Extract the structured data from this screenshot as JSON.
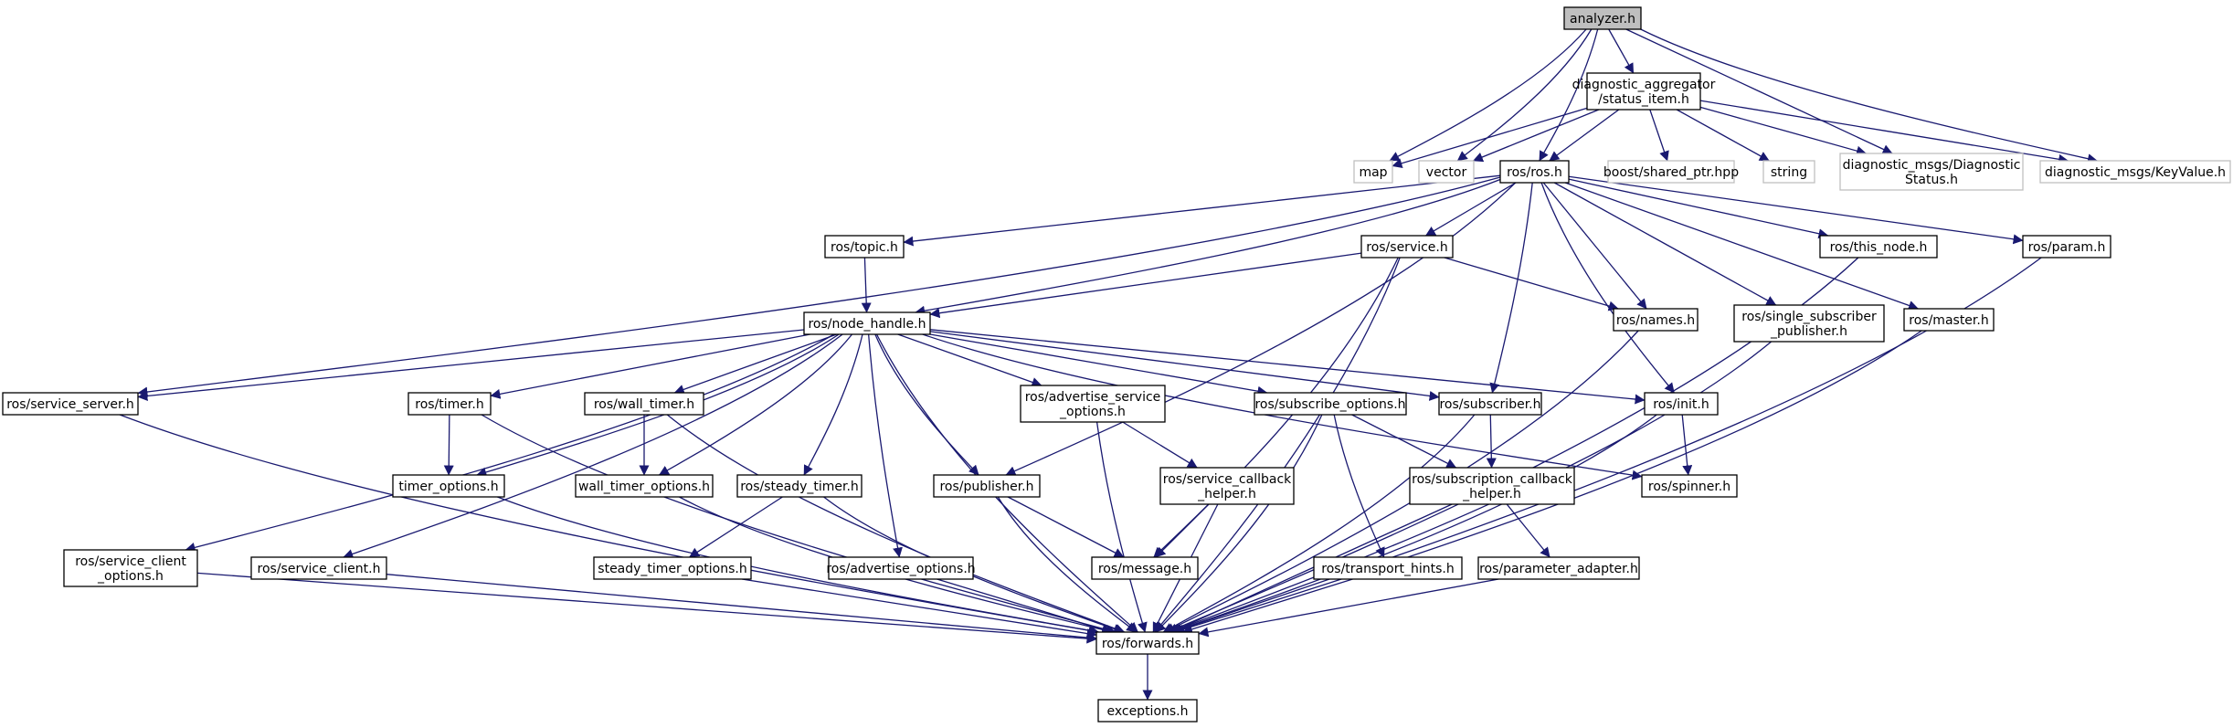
{
  "colors": {
    "edge": "#191970",
    "node_border": "#000000",
    "missing_border": "#bfbfbf",
    "root_fill": "#bfbfbf",
    "node_fill": "#ffffff",
    "text": "#000000"
  },
  "nodes": {
    "analyzer": {
      "lines": [
        "analyzer.h"
      ],
      "kind": "root"
    },
    "status_item": {
      "lines": [
        "diagnostic_aggregator",
        "/status_item.h"
      ],
      "kind": "file"
    },
    "map": {
      "lines": [
        "map"
      ],
      "kind": "missing"
    },
    "vector": {
      "lines": [
        "vector"
      ],
      "kind": "missing"
    },
    "ros_h": {
      "lines": [
        "ros/ros.h"
      ],
      "kind": "file"
    },
    "shared_ptr": {
      "lines": [
        "boost/shared_ptr.hpp"
      ],
      "kind": "missing"
    },
    "string": {
      "lines": [
        "string"
      ],
      "kind": "missing"
    },
    "diag_status": {
      "lines": [
        "diagnostic_msgs/Diagnostic",
        "Status.h"
      ],
      "kind": "missing"
    },
    "keyvalue": {
      "lines": [
        "diagnostic_msgs/KeyValue.h"
      ],
      "kind": "missing"
    },
    "topic": {
      "lines": [
        "ros/topic.h"
      ],
      "kind": "file"
    },
    "service": {
      "lines": [
        "ros/service.h"
      ],
      "kind": "file"
    },
    "this_node": {
      "lines": [
        "ros/this_node.h"
      ],
      "kind": "file"
    },
    "param": {
      "lines": [
        "ros/param.h"
      ],
      "kind": "file"
    },
    "node_handle": {
      "lines": [
        "ros/node_handle.h"
      ],
      "kind": "file"
    },
    "names": {
      "lines": [
        "ros/names.h"
      ],
      "kind": "file"
    },
    "single_sub_pub": {
      "lines": [
        "ros/single_subscriber",
        "_publisher.h"
      ],
      "kind": "file"
    },
    "master": {
      "lines": [
        "ros/master.h"
      ],
      "kind": "file"
    },
    "service_server": {
      "lines": [
        "ros/service_server.h"
      ],
      "kind": "file"
    },
    "timer": {
      "lines": [
        "ros/timer.h"
      ],
      "kind": "file"
    },
    "wall_timer": {
      "lines": [
        "ros/wall_timer.h"
      ],
      "kind": "file"
    },
    "adv_service_opts": {
      "lines": [
        "ros/advertise_service",
        "_options.h"
      ],
      "kind": "file"
    },
    "subscribe_opts": {
      "lines": [
        "ros/subscribe_options.h"
      ],
      "kind": "file"
    },
    "subscriber": {
      "lines": [
        "ros/subscriber.h"
      ],
      "kind": "file"
    },
    "init": {
      "lines": [
        "ros/init.h"
      ],
      "kind": "file"
    },
    "timer_opts": {
      "lines": [
        "timer_options.h"
      ],
      "kind": "file"
    },
    "wall_timer_opts": {
      "lines": [
        "wall_timer_options.h"
      ],
      "kind": "file"
    },
    "steady_timer": {
      "lines": [
        "ros/steady_timer.h"
      ],
      "kind": "file"
    },
    "publisher": {
      "lines": [
        "ros/publisher.h"
      ],
      "kind": "file"
    },
    "service_cb_helper": {
      "lines": [
        "ros/service_callback",
        "_helper.h"
      ],
      "kind": "file"
    },
    "sub_cb_helper": {
      "lines": [
        "ros/subscription_callback",
        "_helper.h"
      ],
      "kind": "file"
    },
    "spinner": {
      "lines": [
        "ros/spinner.h"
      ],
      "kind": "file"
    },
    "service_client_opts": {
      "lines": [
        "ros/service_client",
        "_options.h"
      ],
      "kind": "file"
    },
    "service_client": {
      "lines": [
        "ros/service_client.h"
      ],
      "kind": "file"
    },
    "steady_timer_opts": {
      "lines": [
        "steady_timer_options.h"
      ],
      "kind": "file"
    },
    "advertise_opts": {
      "lines": [
        "ros/advertise_options.h"
      ],
      "kind": "file"
    },
    "message": {
      "lines": [
        "ros/message.h"
      ],
      "kind": "file"
    },
    "transport_hints": {
      "lines": [
        "ros/transport_hints.h"
      ],
      "kind": "file"
    },
    "param_adapter": {
      "lines": [
        "ros/parameter_adapter.h"
      ],
      "kind": "file"
    },
    "forwards": {
      "lines": [
        "ros/forwards.h"
      ],
      "kind": "file"
    },
    "exceptions": {
      "lines": [
        "exceptions.h"
      ],
      "kind": "file"
    }
  },
  "edges": [
    [
      "analyzer",
      "status_item"
    ],
    [
      "analyzer",
      "map"
    ],
    [
      "analyzer",
      "vector"
    ],
    [
      "analyzer",
      "ros_h"
    ],
    [
      "analyzer",
      "diag_status"
    ],
    [
      "analyzer",
      "keyvalue"
    ],
    [
      "status_item",
      "map"
    ],
    [
      "status_item",
      "vector"
    ],
    [
      "status_item",
      "ros_h"
    ],
    [
      "status_item",
      "shared_ptr"
    ],
    [
      "status_item",
      "string"
    ],
    [
      "status_item",
      "diag_status"
    ],
    [
      "status_item",
      "keyvalue"
    ],
    [
      "ros_h",
      "topic"
    ],
    [
      "ros_h",
      "service"
    ],
    [
      "ros_h",
      "this_node"
    ],
    [
      "ros_h",
      "param"
    ],
    [
      "ros_h",
      "node_handle"
    ],
    [
      "ros_h",
      "names"
    ],
    [
      "ros_h",
      "single_sub_pub"
    ],
    [
      "ros_h",
      "master"
    ],
    [
      "ros_h",
      "service_server"
    ],
    [
      "ros_h",
      "subscriber"
    ],
    [
      "ros_h",
      "init"
    ],
    [
      "ros_h",
      "publisher"
    ],
    [
      "topic",
      "node_handle"
    ],
    [
      "service",
      "node_handle"
    ],
    [
      "service",
      "names"
    ],
    [
      "service",
      "message"
    ],
    [
      "service",
      "forwards"
    ],
    [
      "this_node",
      "forwards"
    ],
    [
      "param",
      "forwards"
    ],
    [
      "names",
      "forwards"
    ],
    [
      "single_sub_pub",
      "forwards"
    ],
    [
      "master",
      "forwards"
    ],
    [
      "node_handle",
      "service_server"
    ],
    [
      "node_handle",
      "timer"
    ],
    [
      "node_handle",
      "wall_timer"
    ],
    [
      "node_handle",
      "adv_service_opts"
    ],
    [
      "node_handle",
      "subscribe_opts"
    ],
    [
      "node_handle",
      "subscriber"
    ],
    [
      "node_handle",
      "init"
    ],
    [
      "node_handle",
      "timer_opts"
    ],
    [
      "node_handle",
      "wall_timer_opts"
    ],
    [
      "node_handle",
      "steady_timer"
    ],
    [
      "node_handle",
      "publisher"
    ],
    [
      "node_handle",
      "spinner"
    ],
    [
      "node_handle",
      "service_client_opts"
    ],
    [
      "node_handle",
      "service_client"
    ],
    [
      "node_handle",
      "advertise_opts"
    ],
    [
      "node_handle",
      "forwards"
    ],
    [
      "service_server",
      "forwards"
    ],
    [
      "timer",
      "timer_opts"
    ],
    [
      "timer",
      "forwards"
    ],
    [
      "wall_timer",
      "wall_timer_opts"
    ],
    [
      "wall_timer",
      "forwards"
    ],
    [
      "adv_service_opts",
      "service_cb_helper"
    ],
    [
      "adv_service_opts",
      "forwards"
    ],
    [
      "subscribe_opts",
      "sub_cb_helper"
    ],
    [
      "subscribe_opts",
      "transport_hints"
    ],
    [
      "subscribe_opts",
      "forwards"
    ],
    [
      "subscriber",
      "sub_cb_helper"
    ],
    [
      "subscriber",
      "forwards"
    ],
    [
      "init",
      "spinner"
    ],
    [
      "init",
      "forwards"
    ],
    [
      "timer_opts",
      "forwards"
    ],
    [
      "wall_timer_opts",
      "forwards"
    ],
    [
      "steady_timer",
      "steady_timer_opts"
    ],
    [
      "steady_timer",
      "forwards"
    ],
    [
      "publisher",
      "message"
    ],
    [
      "publisher",
      "forwards"
    ],
    [
      "service_cb_helper",
      "message"
    ],
    [
      "service_cb_helper",
      "forwards"
    ],
    [
      "sub_cb_helper",
      "param_adapter"
    ],
    [
      "sub_cb_helper",
      "forwards"
    ],
    [
      "service_client_opts",
      "forwards"
    ],
    [
      "service_client",
      "forwards"
    ],
    [
      "steady_timer_opts",
      "forwards"
    ],
    [
      "advertise_opts",
      "forwards"
    ],
    [
      "transport_hints",
      "forwards"
    ],
    [
      "param_adapter",
      "forwards"
    ],
    [
      "forwards",
      "exceptions"
    ]
  ]
}
